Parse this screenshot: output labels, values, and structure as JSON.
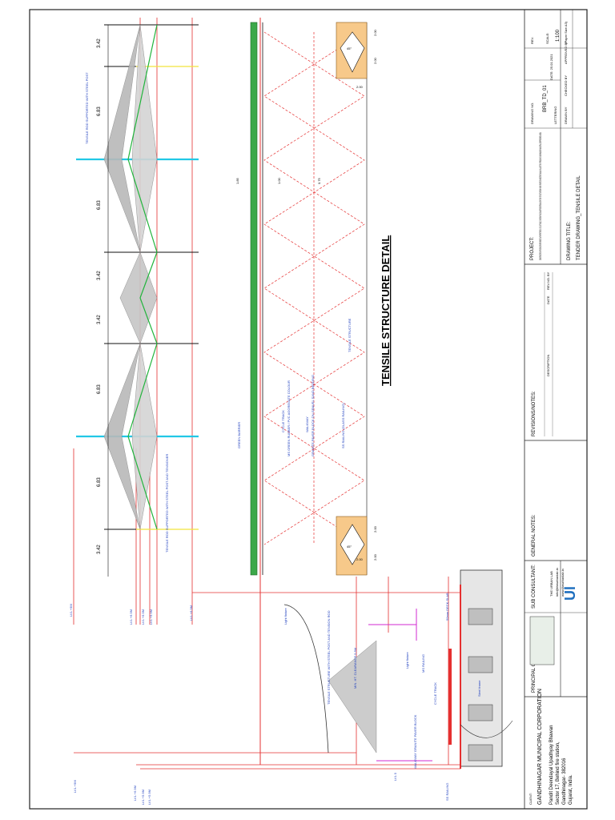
{
  "title": "TENSILE STRUCTURE DETAIL",
  "plan": {
    "dims": [
      "3.42",
      "6.83",
      "6.83",
      "3.42",
      "3.42",
      "6.83",
      "6.83",
      "3.42"
    ],
    "mid_dims": [
      "1.85",
      "1.00",
      "0.75"
    ],
    "callouts": {
      "green_barrier": "GREEN BARRIER",
      "cycle_track": "CYCLE TRACK",
      "cycle_track_sub": "MS GREEN RUBBER / PVC AGGREGATE COLOUR",
      "walkway": "WALKWAY",
      "walkway_sub": "GRANITE PAVER BLOCK ON GRAVEL SAND BEDDING",
      "railing": "SS RAILING (GLASS RAILING)",
      "tensile": "TENSILE STRUCTURE",
      "cable_top": "TENSILE ROD SUPPORTED WITH STEEL POST",
      "cable_bottom": "TENSILE ROD SUPPORTED WITH STEEL POST AND TENSIONER"
    },
    "corner_dims": [
      "2.00",
      "2.00",
      "2.00",
      "2.00",
      "2.00",
      "2.00"
    ],
    "corner_angle": "45°"
  },
  "levels": {
    "top": [
      "LVL +9M",
      "LVL +6.9M",
      "LVL +6.9M",
      "LVL +5.9M",
      "LVL +6.9M"
    ],
    "bottom": [
      "LVL +9M",
      "LVL +6.9M",
      "LVL +5.9M",
      "LVL +5.9M"
    ],
    "side": "LVL 0"
  },
  "section": {
    "clearance": "MIN. HT. CLEARANCE 5.5M",
    "labels": [
      "Light fixture",
      "Light fixture",
      "TENSILE STRUCTURE WITH STEEL POST AND TENSION ROD",
      "WALKWAY GRANITE PAVER BLOCK",
      "CYCLE TRACK",
      "MS RAILING",
      "Steel frame",
      "50mm DECK SLAB",
      "SS RAILING"
    ],
    "green_label": "GREEN BARRIER"
  },
  "titleblock": {
    "client_label": "CLIENT:",
    "client_name": "GANDHINAGAR MUNICIPAL CORPORATION",
    "client_addr": [
      "Pandit Deendayal Upadhyay Bhawan",
      "Sector 17, Behind fire station,",
      "Gandhinagar- 382016",
      "Gujarat, India."
    ],
    "principal": "PRINCIPAL CONSULTANT:",
    "sub": "SUB CONSULTANT:",
    "consultant_name": "THE URBAN LAB",
    "consultant_lines": [
      "info@theurbanlab.in",
      "www.theurbanlab.in"
    ],
    "general_notes": "GENERAL NOTES:",
    "revisions": "REVISIONS/NOTES:",
    "rev_headers": [
      "DESCRIPTION",
      "DATE",
      "REV.NO.",
      "BY"
    ],
    "project_label": "PROJECT:",
    "project_text": "CONSTRUCTION OF ICONIC RIVER BRIDGE WITH FOOTPATH, CYCLE TRACK, GARDEN SPACE AND PEDESTRIAN LIGHTING STRUCTURE ON KHARI RIVER CONNECTING BASAN VILLAGE TO V.P.ROAD IN GANDHINAGAR MUNICIPAL CORPORATION AREA.",
    "drawing_title_label": "DRAWING TITLE:",
    "drawing_title": "TENDER DRAWING_TENSILE DETAIL",
    "drawing_no_label": "DRAWING NO.",
    "drawing_no": "BRB_TD_01",
    "rev_label": "REV.",
    "scale_label": "SCALE:",
    "scale": "1:100",
    "paper": "(Paper Size A3)",
    "lettering": "LETTERING",
    "drawn": "DRAWN BY",
    "checked": "CHECKED BY",
    "approved": "APPROVED BY",
    "date": "DATE: 25.01.2021"
  },
  "colors": {
    "red": "#e53030",
    "green": "#22b43c",
    "cyan": "#22c8e6",
    "yellow": "#f2e43c",
    "orange": "#f7c98a"
  }
}
